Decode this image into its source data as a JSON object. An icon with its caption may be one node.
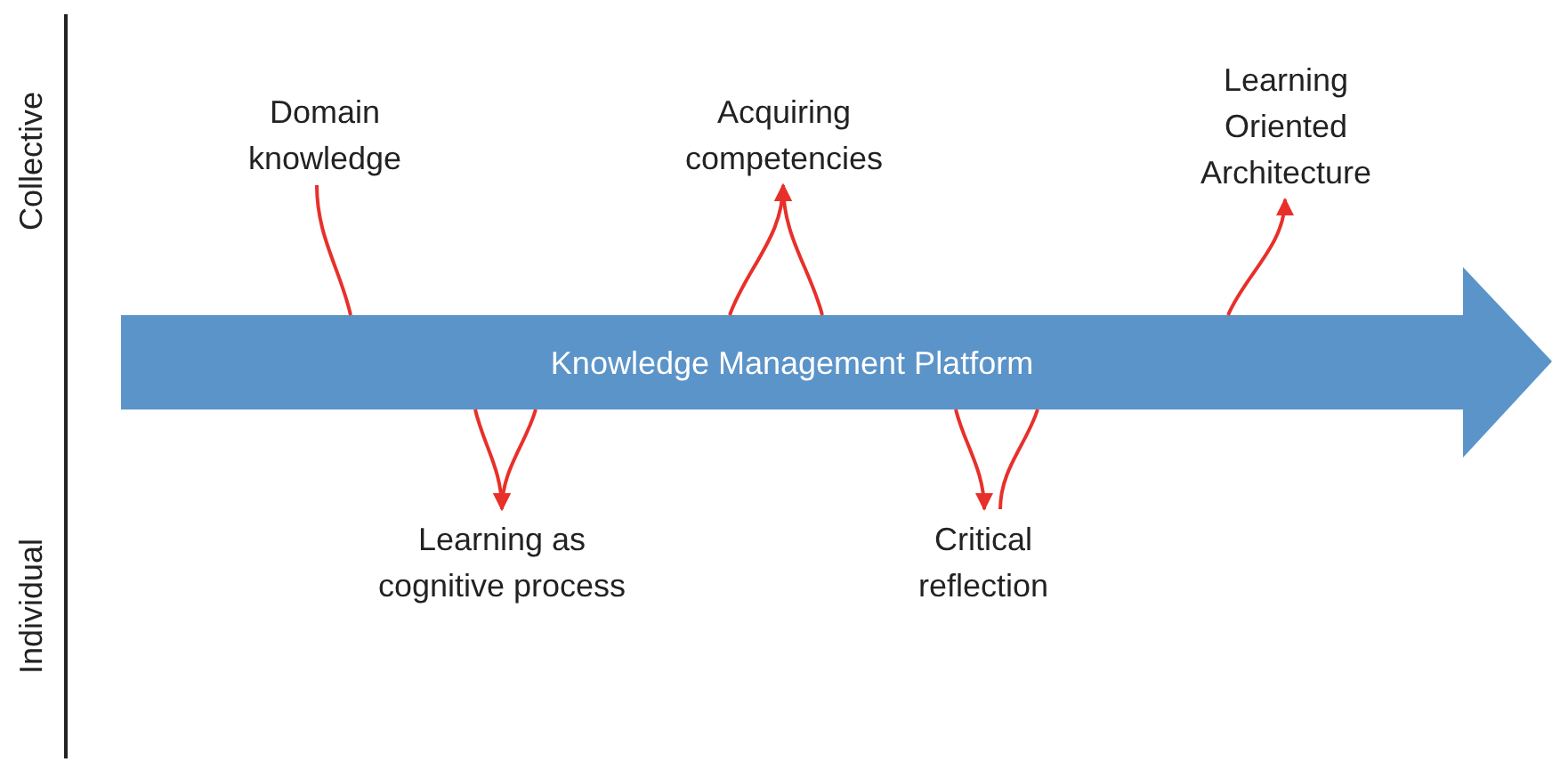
{
  "diagram": {
    "nodes": [
      {
        "text": [
          "Knowledge Management Platform"
        ]
      },
      {
        "text": [
          "Domain knowledge"
        ]
      },
      {
        "text": [
          "Acquiring competencies"
        ]
      },
      {
        "text": [
          "Learning Oriented Architecture"
        ]
      },
      {
        "text": [
          "Learning as cognitive process"
        ]
      },
      {
        "text": [
          "Critical reflection"
        ]
      }
    ],
    "edges": [
      {
        "from": 1,
        "to": 0,
        "arrow": "none"
      },
      {
        "from": 0,
        "to": 2,
        "arrow": "to"
      },
      {
        "from": 0,
        "to": 2,
        "arrow": "to"
      },
      {
        "from": 0,
        "to": 3,
        "arrow": "to"
      },
      {
        "from": 0,
        "to": 4,
        "arrow": "to"
      },
      {
        "from": 0,
        "to": 4,
        "arrow": "to"
      },
      {
        "from": 0,
        "to": 5,
        "arrow": "to"
      },
      {
        "from": 5,
        "to": 0,
        "arrow": "none"
      }
    ],
    "labels": [
      "Collective",
      "Individual"
    ]
  }
}
